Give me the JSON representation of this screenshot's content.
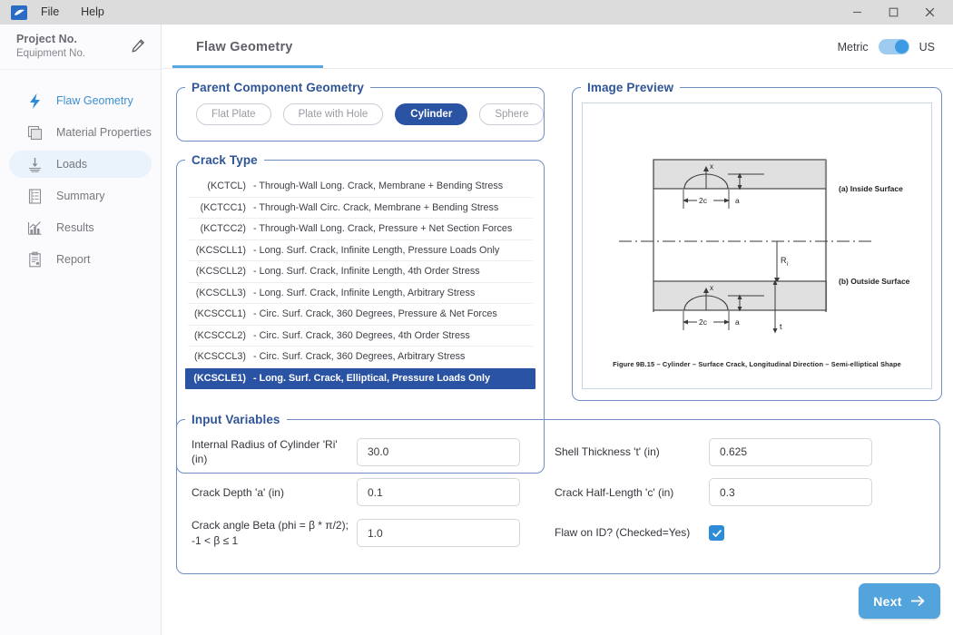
{
  "titlebar": {
    "logo_icon": "app-logo-icon",
    "menus": [
      "File",
      "Help"
    ],
    "minimize_icon": "minimize-icon",
    "maximize_icon": "maximize-icon",
    "close_icon": "close-icon"
  },
  "sidebar": {
    "project_title": "Project No.",
    "project_subtitle": "Equipment No.",
    "edit_icon": "pencil-icon",
    "items": [
      {
        "label": "Flaw Geometry",
        "icon": "lightning-bolt-icon",
        "active": true
      },
      {
        "label": "Material Properties",
        "icon": "layers-icon",
        "active": false
      },
      {
        "label": "Loads",
        "icon": "load-arrow-icon",
        "active": false
      },
      {
        "label": "Summary",
        "icon": "document-list-icon",
        "active": false
      },
      {
        "label": "Results",
        "icon": "bar-chart-icon",
        "active": false
      },
      {
        "label": "Report",
        "icon": "clipboard-icon",
        "active": false
      }
    ]
  },
  "header": {
    "tab_label": "Flaw Geometry",
    "unit_left_label": "Metric",
    "unit_right_label": "US",
    "unit_selected": "US"
  },
  "parent_component_geometry": {
    "legend": "Parent Component Geometry",
    "options": [
      "Flat Plate",
      "Plate with Hole",
      "Cylinder",
      "Sphere"
    ],
    "selected": "Cylinder"
  },
  "crack_type": {
    "legend": "Crack Type",
    "selected_code": "(KCSCLE1)",
    "rows": [
      {
        "code": "(KCTCL)",
        "desc": "- Through-Wall Long. Crack, Membrane + Bending Stress"
      },
      {
        "code": "(KCTCC1)",
        "desc": "- Through-Wall Circ. Crack, Membrane + Bending Stress"
      },
      {
        "code": "(KCTCC2)",
        "desc": "- Through-Wall Long. Crack, Pressure + Net Section Forces"
      },
      {
        "code": "(KCSCLL1)",
        "desc": "- Long. Surf. Crack, Infinite Length, Pressure Loads Only"
      },
      {
        "code": "(KCSCLL2)",
        "desc": "- Long. Surf. Crack, Infinite Length, 4th Order Stress"
      },
      {
        "code": "(KCSCLL3)",
        "desc": "- Long. Surf. Crack, Infinite Length, Arbitrary Stress"
      },
      {
        "code": "(KCSCCL1)",
        "desc": "- Circ. Surf. Crack, 360 Degrees, Pressure & Net Forces"
      },
      {
        "code": "(KCSCCL2)",
        "desc": "- Circ. Surf. Crack, 360 Degrees, 4th Order Stress"
      },
      {
        "code": "(KCSCCL3)",
        "desc": "- Circ. Surf. Crack, 360 Degrees, Arbitrary Stress"
      },
      {
        "code": "(KCSCLE1)",
        "desc": "- Long. Surf. Crack, Elliptical, Pressure Loads Only"
      }
    ]
  },
  "image_preview": {
    "legend": "Image Preview",
    "figure_caption": "Figure 9B.15 – Cylinder – Surface Crack, Longitudinal Direction – Semi-elliptical Shape",
    "annotations": {
      "inside_surface": "(a) Inside Surface",
      "outside_surface": "(b) Outside Surface",
      "x_top": "x",
      "x_bottom": "x",
      "two_c_top": "2c",
      "two_c_bottom": "2c",
      "a_top": "a",
      "a_bottom": "a",
      "radius": "R",
      "radius_sub": "i",
      "thickness": "t"
    }
  },
  "input_variables": {
    "legend": "Input Variables",
    "fields": [
      {
        "label": "Internal Radius of Cylinder 'Ri' (in)",
        "value": "30.0",
        "type": "text"
      },
      {
        "label": "Shell Thickness 't' (in)",
        "value": "0.625",
        "type": "text"
      },
      {
        "label": "Crack Depth 'a' (in)",
        "value": "0.1",
        "type": "text"
      },
      {
        "label": "Crack Half-Length 'c' (in)",
        "value": "0.3",
        "type": "text"
      },
      {
        "label": "Crack angle Beta (phi = β * π/2); -1 < β ≤ 1",
        "value": "1.0",
        "type": "text"
      },
      {
        "label": "Flaw on ID? (Checked=Yes)",
        "value": "checked",
        "type": "checkbox"
      }
    ]
  },
  "footer": {
    "next_label": "Next",
    "next_icon": "arrow-right-icon"
  },
  "colors": {
    "accent_blue": "#2b53a4",
    "light_blue": "#53a3dd",
    "panel_border": "#6f8fc4",
    "legend_text": "#2f5597"
  }
}
